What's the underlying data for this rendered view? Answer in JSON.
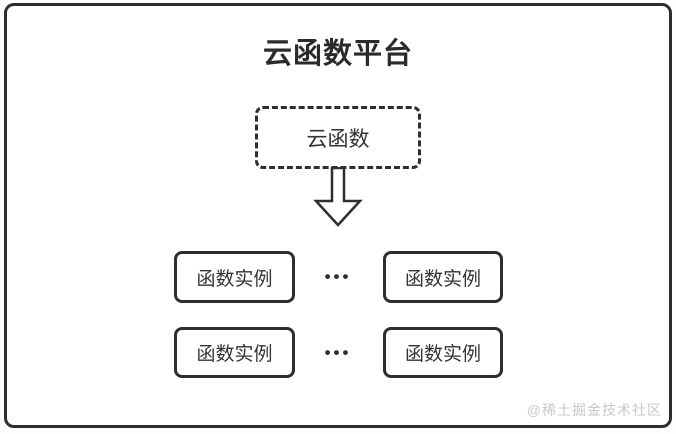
{
  "diagram": {
    "title": "云函数平台",
    "cloud_function": {
      "label": "云函数"
    },
    "arrow_icon": "down-arrow",
    "ellipsis": "•••",
    "instances": [
      "函数实例",
      "函数实例",
      "函数实例",
      "函数实例"
    ]
  },
  "watermark": {
    "text": "@稀土掘金技术社区"
  },
  "colors": {
    "border": "#2e2e2e",
    "title_text": "#2b2b2b",
    "node_text": "#333333",
    "watermark_text": "#c8c8c8",
    "background": "#ffffff"
  }
}
